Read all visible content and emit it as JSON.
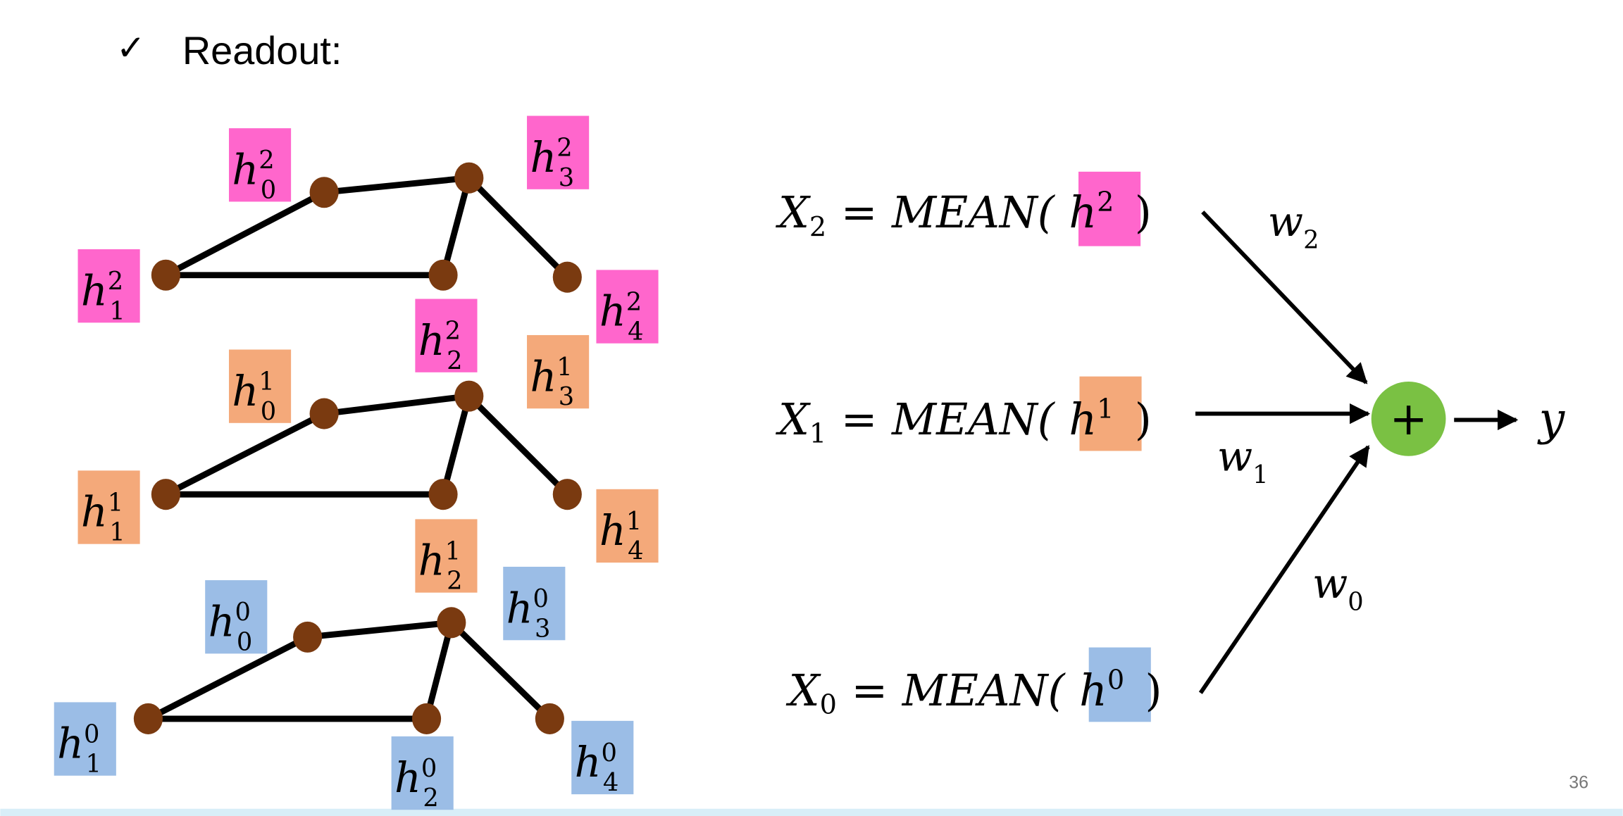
{
  "slide": {
    "bullet_icon": "checkmark-icon",
    "bullet_glyph": "✓",
    "title": "Readout:",
    "page_number": "36"
  },
  "colors": {
    "layer2": "#ff66cc",
    "layer1": "#f4a97a",
    "layer0": "#9bbde6",
    "node": "#7a3a10",
    "edge": "#000000",
    "sum_node": "#7ac143"
  },
  "graph_layers": [
    {
      "layer": "2",
      "labels": [
        {
          "base": "h",
          "sup": "2",
          "sub": "0"
        },
        {
          "base": "h",
          "sup": "2",
          "sub": "1"
        },
        {
          "base": "h",
          "sup": "2",
          "sub": "2"
        },
        {
          "base": "h",
          "sup": "2",
          "sub": "3"
        },
        {
          "base": "h",
          "sup": "2",
          "sub": "4"
        }
      ]
    },
    {
      "layer": "1",
      "labels": [
        {
          "base": "h",
          "sup": "1",
          "sub": "0"
        },
        {
          "base": "h",
          "sup": "1",
          "sub": "1"
        },
        {
          "base": "h",
          "sup": "1",
          "sub": "2"
        },
        {
          "base": "h",
          "sup": "1",
          "sub": "3"
        },
        {
          "base": "h",
          "sup": "1",
          "sub": "4"
        }
      ]
    },
    {
      "layer": "0",
      "labels": [
        {
          "base": "h",
          "sup": "0",
          "sub": "0"
        },
        {
          "base": "h",
          "sup": "0",
          "sub": "1"
        },
        {
          "base": "h",
          "sup": "0",
          "sub": "2"
        },
        {
          "base": "h",
          "sup": "0",
          "sub": "3"
        },
        {
          "base": "h",
          "sup": "0",
          "sub": "4"
        }
      ]
    }
  ],
  "edges": [
    [
      0,
      1
    ],
    [
      0,
      3
    ],
    [
      1,
      2
    ],
    [
      2,
      3
    ],
    [
      3,
      4
    ]
  ],
  "equations": [
    {
      "lhs": "X",
      "lhs_sub": "2",
      "eq": "=",
      "func": "MEAN(",
      "arg": "h",
      "arg_sup": "2",
      "close": ")",
      "weight": "w",
      "weight_sub": "2"
    },
    {
      "lhs": "X",
      "lhs_sub": "1",
      "eq": "=",
      "func": "MEAN(",
      "arg": "h",
      "arg_sup": "1",
      "close": ")",
      "weight": "w",
      "weight_sub": "1"
    },
    {
      "lhs": "X",
      "lhs_sub": "0",
      "eq": "=",
      "func": "MEAN(",
      "arg": "h",
      "arg_sup": "0",
      "close": ")",
      "weight": "w",
      "weight_sub": "0"
    }
  ],
  "sum_node": {
    "symbol": "+"
  },
  "output": {
    "label": "y"
  }
}
